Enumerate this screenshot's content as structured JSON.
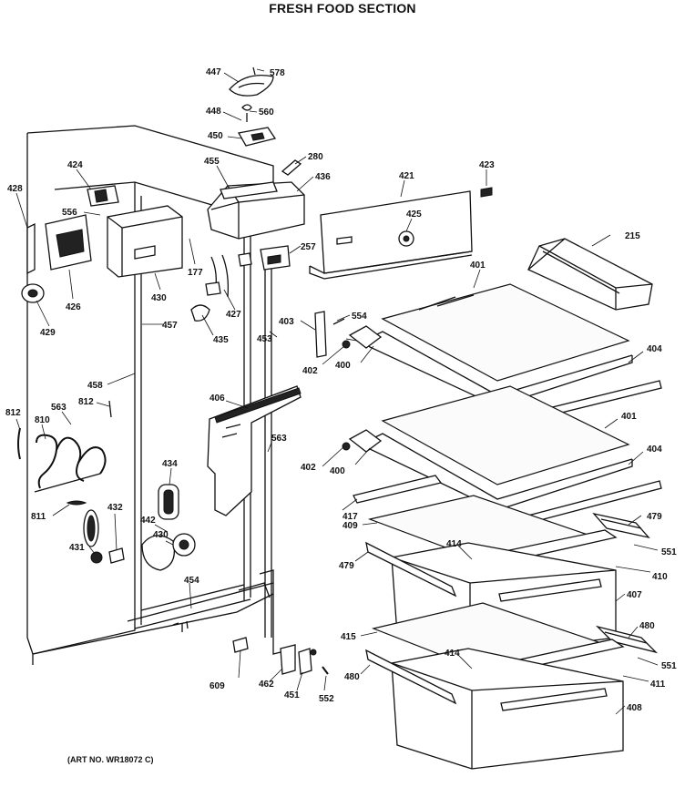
{
  "title": "FRESH FOOD SECTION",
  "art_no": "(ART NO. WR18072 C)",
  "callouts": {
    "c447": "447",
    "c578": "578",
    "c448": "448",
    "c560": "560",
    "c450": "450",
    "c280": "280",
    "c455": "455",
    "c436": "436",
    "c421": "421",
    "c423": "423",
    "c424": "424",
    "c428": "428",
    "c556": "556",
    "c426": "426",
    "c429": "429",
    "c430": "430",
    "c177": "177",
    "c257": "257",
    "c425": "425",
    "c215": "215",
    "c401a": "401",
    "c427": "427",
    "c435": "435",
    "c457": "457",
    "c403": "403",
    "c554": "554",
    "c453": "453",
    "c402a": "402",
    "c400a": "400",
    "c404a": "404",
    "c458": "458",
    "c812a": "812",
    "c563a": "563",
    "c812b": "812",
    "c810": "810",
    "c406": "406",
    "c563b": "563",
    "c401b": "401",
    "c434": "434",
    "c402b": "402",
    "c400b": "400",
    "c404b": "404",
    "c811": "811",
    "c432": "432",
    "c442": "442",
    "c417": "417",
    "c479a": "479",
    "c409": "409",
    "c431": "431",
    "c430b": "430",
    "c414a": "414",
    "c551a": "551",
    "c479b": "479",
    "c410": "410",
    "c454": "454",
    "c407": "407",
    "c415": "415",
    "c480a": "480",
    "c609": "609",
    "c414b": "414",
    "c551b": "551",
    "c480b": "480",
    "c411": "411",
    "c462": "462",
    "c451": "451",
    "c552": "552",
    "c408": "408"
  }
}
